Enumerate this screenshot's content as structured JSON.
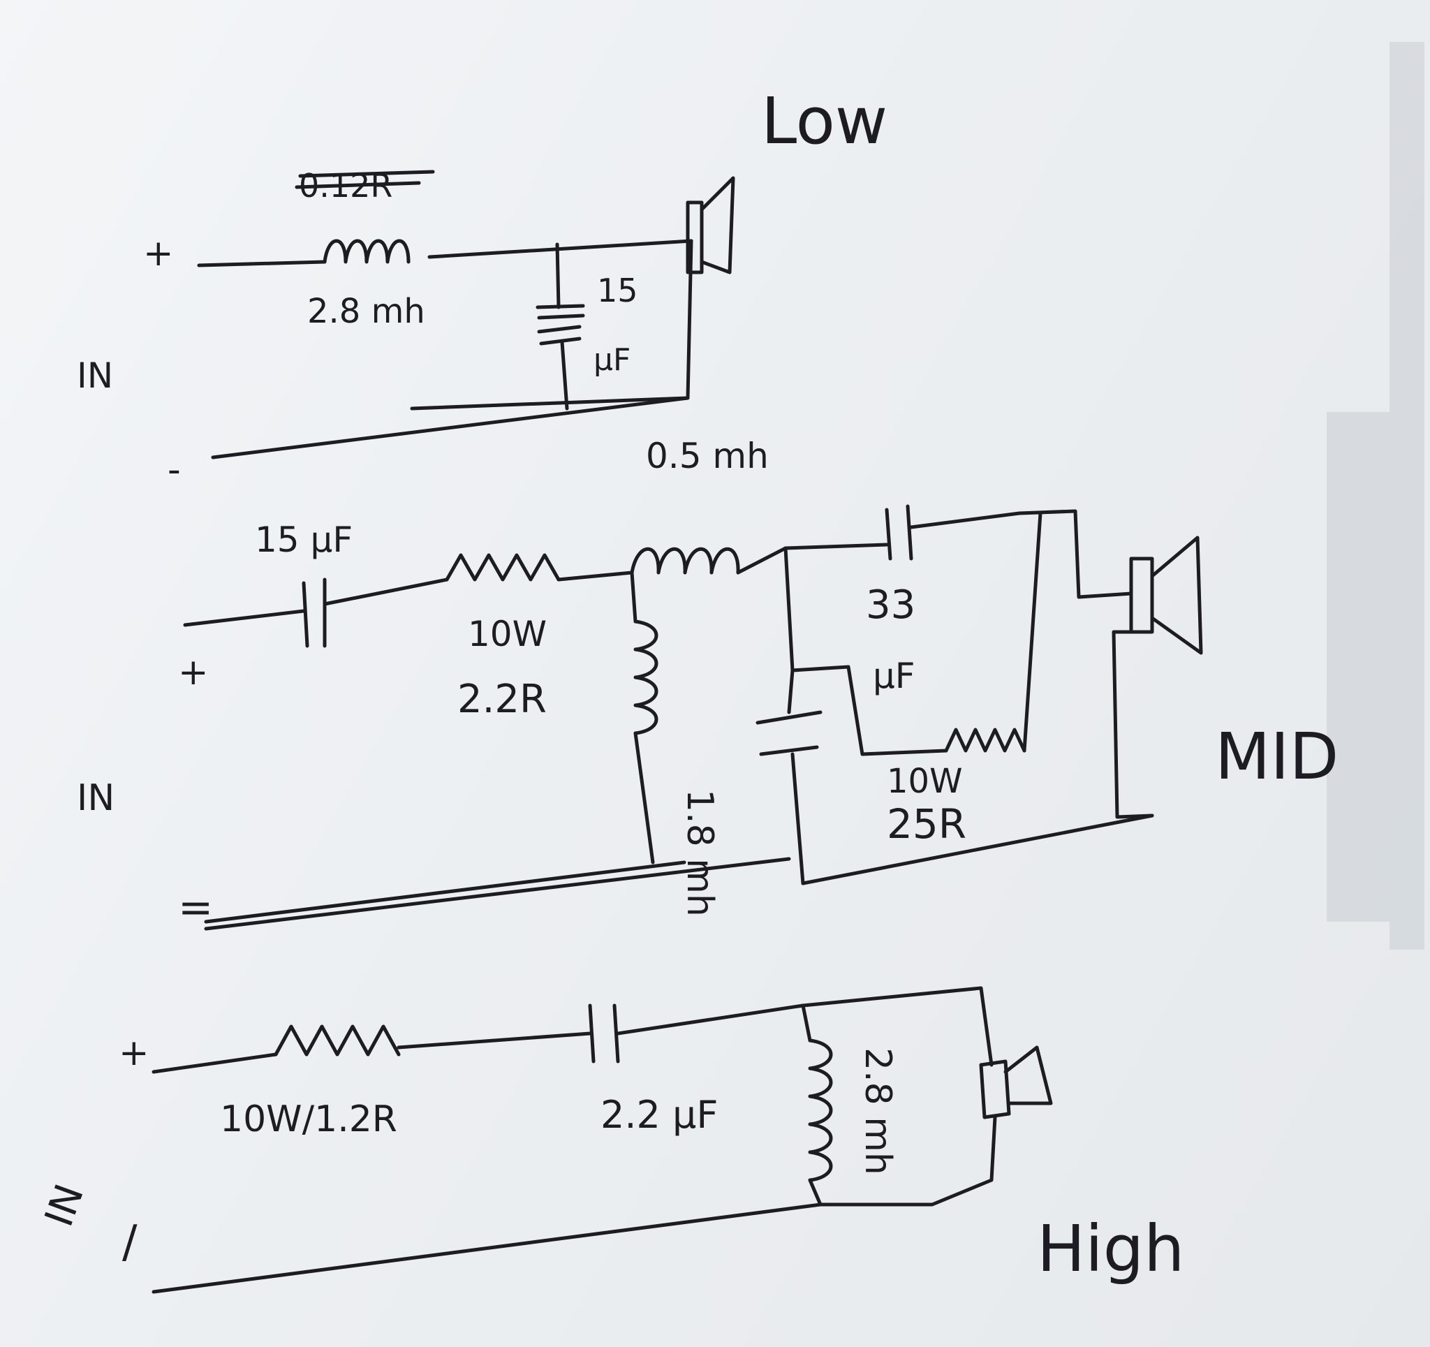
{
  "low": {
    "title": "Low",
    "struck_value": "0.12R",
    "inductor": "2.8 mh",
    "capacitor_value": "15",
    "capacitor_unit": "µF",
    "input_label": "IN",
    "plus": "+",
    "minus": "-"
  },
  "mid": {
    "title": "MID",
    "series_capacitor": "15 µF",
    "series_inductor": "0.5 mh",
    "resistor_power": "10W",
    "resistor_value": "2.2R",
    "shunt_inductor": "1.8 mh",
    "cap_33_value": "33",
    "cap_33_unit": "µF",
    "resistor2_power": "10W",
    "resistor2_value": "25R",
    "input_label": "IN",
    "plus": "+",
    "minus": "="
  },
  "high": {
    "title": "High",
    "resistor": "10W/1.2R",
    "capacitor": "2.2 µF",
    "inductor": "2.8 mh",
    "input_label": "IN",
    "plus": "+",
    "minus": "/"
  }
}
